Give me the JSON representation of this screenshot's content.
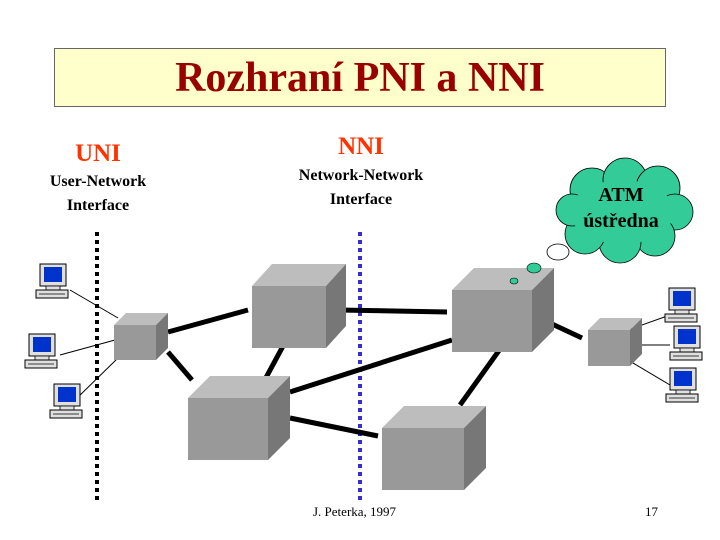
{
  "title": "Rozhraní PNI a NNI",
  "uni": {
    "label": "UNI",
    "desc_line1": "User-Network",
    "desc_line2": "Interface"
  },
  "nni": {
    "label": "NNI",
    "desc_line1": "Network-Network",
    "desc_line2": "Interface"
  },
  "atm": {
    "line1": "ATM",
    "line2": "ústředna"
  },
  "footer": {
    "author": "J. Peterka, 1997",
    "page": "17"
  },
  "colors": {
    "title": "#990000",
    "uni_nni_label": "#ff3300",
    "nni_divider": "#3333cc",
    "cloud": "#33cc99",
    "switch": "#999999",
    "title_bg": "#ffffcc"
  },
  "icons": [
    "computer-icon",
    "switch-icon",
    "cloud-icon"
  ]
}
